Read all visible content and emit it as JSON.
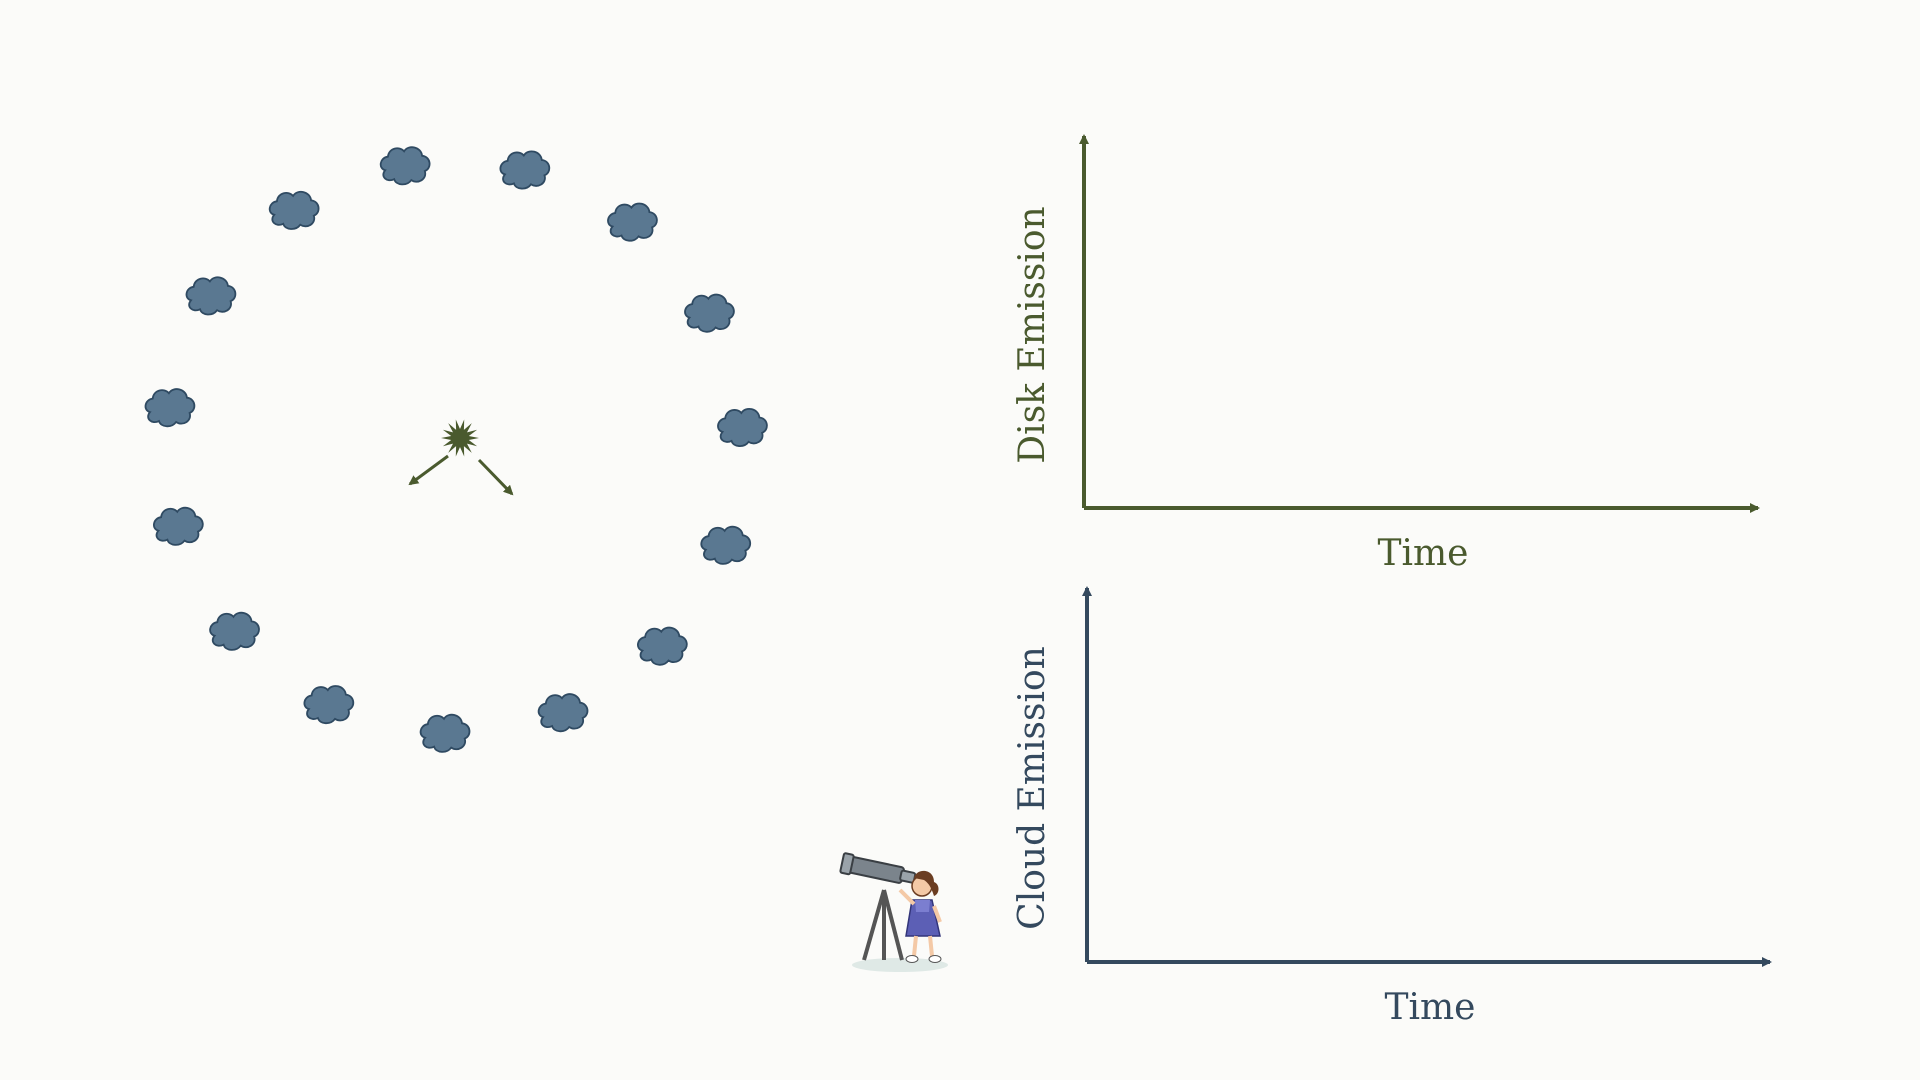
{
  "colors": {
    "background": "#fbfbf9",
    "disk": "#4a5a2e",
    "cloud_fill": "#5a7891",
    "cloud_stroke": "#2f4a62",
    "cloud_axis": "#34495e"
  },
  "icons": {
    "flare": "star-burst-icon",
    "cloud": "cloud-icon",
    "observer": "girl-with-telescope-icon"
  },
  "clouds": {
    "count": 15
  },
  "disk_plot": {
    "ylabel": "Disk Emission",
    "xlabel": "Time"
  },
  "cloud_plot": {
    "ylabel": "Cloud Emission",
    "xlabel": "Time"
  }
}
